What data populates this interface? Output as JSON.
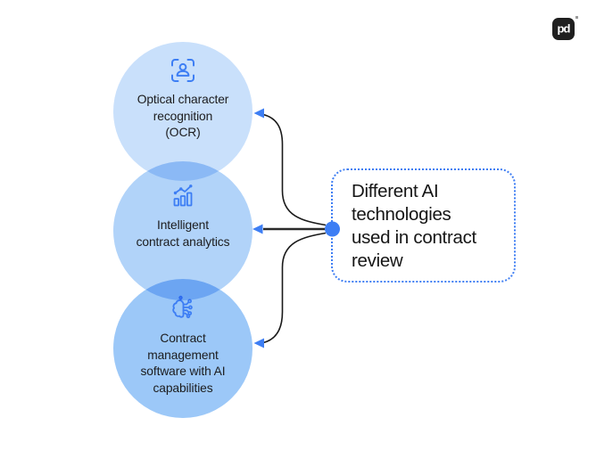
{
  "logo": {
    "label": "pd"
  },
  "circles": [
    {
      "name": "ocr",
      "icon": "ocr-scan-icon",
      "label_lines": [
        "Optical character",
        "recognition",
        "(OCR)"
      ]
    },
    {
      "name": "analytics",
      "icon": "bar-chart-trend-icon",
      "label_lines": [
        "Intelligent",
        "contract analytics"
      ]
    },
    {
      "name": "ai-software",
      "icon": "brain-circuit-icon",
      "label_lines": [
        "Contract",
        "management",
        "software with AI",
        "capabilities"
      ]
    }
  ],
  "callout": {
    "lines": [
      "Different AI",
      "technologies",
      "used in contract",
      "review"
    ]
  },
  "colors": {
    "accent_blue": "#3D7EF4",
    "circle_top_fill": "#C9E0FB",
    "circle_middle_fill": "#B1D3F9",
    "circle_bottom_fill": "#9CC8F8",
    "connector_line": "#1A1A1A",
    "callout_border": "#3F7EF3",
    "logo_background": "#1F1F1F",
    "text": "#1C1C1E"
  }
}
